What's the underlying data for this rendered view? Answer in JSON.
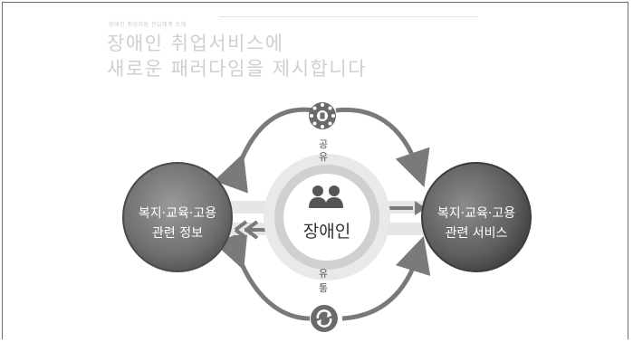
{
  "header": {
    "small_text": "장애인 취업지원 전달체계 소개",
    "title_line1": "장애인 취업서비스에",
    "title_line2": "새로운 패러다임을 제시합니다"
  },
  "diagram": {
    "center_label": "장애인",
    "left_circle": {
      "line1": "복지·교육·고용",
      "line2": "관련 정보"
    },
    "right_circle": {
      "line1": "복지·교육·고용",
      "line2": "관련 서비스"
    },
    "top_label": {
      "char1": "공",
      "char2": "유"
    },
    "bottom_label": {
      "char1": "유",
      "char2": "통"
    },
    "colors": {
      "arc": "#7a7a7a",
      "center_ring": "#d4d4d4",
      "center_fill": "#ffffff",
      "side_circle": "#6b6b6b"
    },
    "icons": [
      "network-icon",
      "refresh-icon",
      "people-icon"
    ]
  }
}
